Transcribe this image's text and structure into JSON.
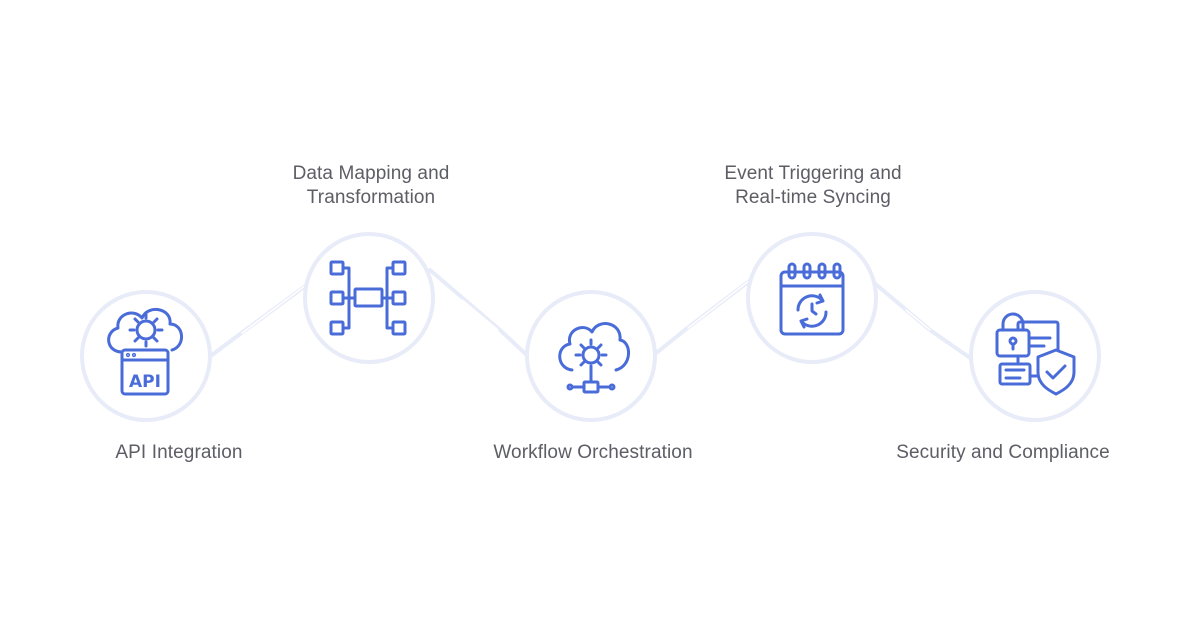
{
  "steps": [
    {
      "label_lines": [
        "API Integration"
      ],
      "icon": "api-cloud-gear-icon"
    },
    {
      "label_lines": [
        "Data Mapping and",
        "Transformation"
      ],
      "icon": "data-mapping-nodes-icon"
    },
    {
      "label_lines": [
        "Workflow Orchestration"
      ],
      "icon": "cloud-gear-network-icon"
    },
    {
      "label_lines": [
        "Event Triggering and",
        "Real-time Syncing"
      ],
      "icon": "calendar-sync-icon"
    },
    {
      "label_lines": [
        "Security and Compliance"
      ],
      "icon": "lock-document-shield-icon"
    }
  ],
  "icon_text": {
    "api": "API"
  },
  "colors": {
    "icon_stroke": "#4a6cd8",
    "circle_ring": "#e7eaf8",
    "connector": "#e7eaf8",
    "label_text": "#5d5d66",
    "background": "#ffffff"
  }
}
